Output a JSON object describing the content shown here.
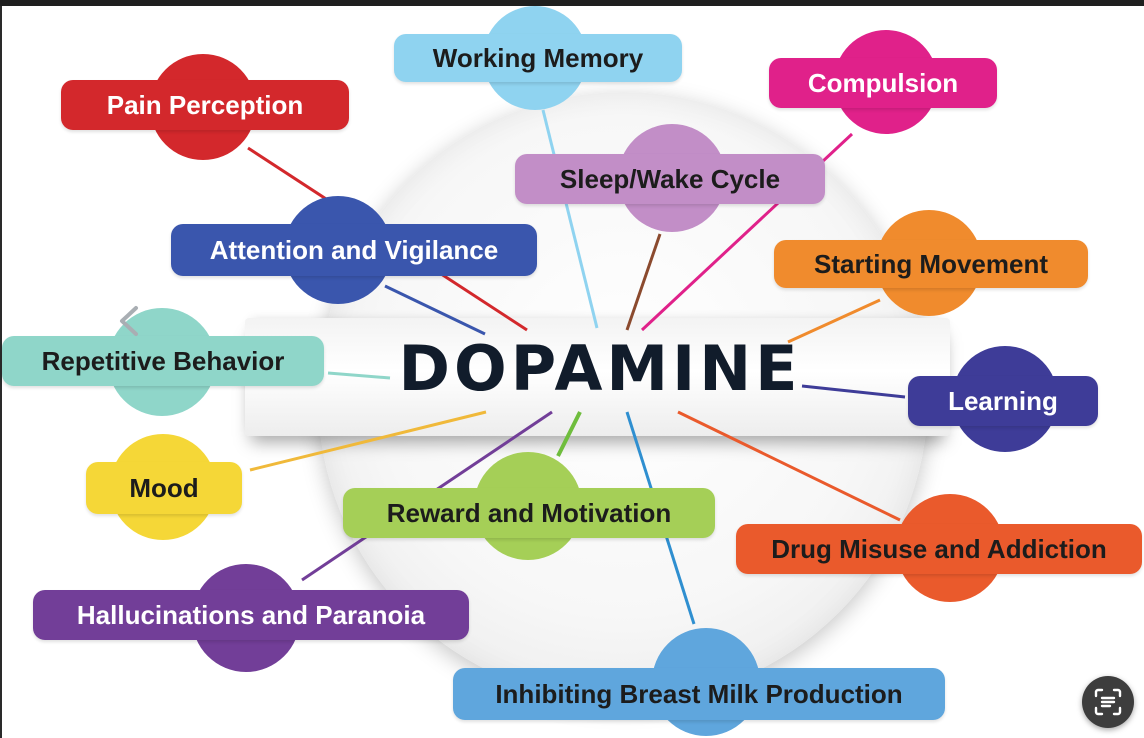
{
  "diagram": {
    "center": "DOPAMINE",
    "nodes": [
      {
        "label": "Working Memory",
        "color": "#8fd3f0",
        "text": "dark"
      },
      {
        "label": "Pain Perception",
        "color": "#d3282c",
        "text": "light"
      },
      {
        "label": "Compulsion",
        "color": "#e0218a",
        "text": "light"
      },
      {
        "label": "Sleep/Wake Cycle",
        "color": "#c28ec7",
        "text": "dark"
      },
      {
        "label": "Attention and Vigilance",
        "color": "#3a56ad",
        "text": "light"
      },
      {
        "label": "Starting Movement",
        "color": "#f08b2d",
        "text": "dark"
      },
      {
        "label": "Repetitive Behavior",
        "color": "#8fd6c9",
        "text": "dark"
      },
      {
        "label": "Learning",
        "color": "#3e3c98",
        "text": "light"
      },
      {
        "label": "Mood",
        "color": "#f5d737",
        "text": "dark"
      },
      {
        "label": "Reward and Motivation",
        "color": "#a5cf57",
        "text": "dark"
      },
      {
        "label": "Drug Misuse and Addiction",
        "color": "#ea5a2c",
        "text": "dark"
      },
      {
        "label": "Hallucinations and Paranoia",
        "color": "#723e98",
        "text": "light"
      },
      {
        "label": "Inhibiting Breast Milk Production",
        "color": "#5fa6dd",
        "text": "dark"
      }
    ]
  },
  "controls": {
    "previous_icon": "chevron-left-icon",
    "lens_icon": "visual-search-icon"
  }
}
